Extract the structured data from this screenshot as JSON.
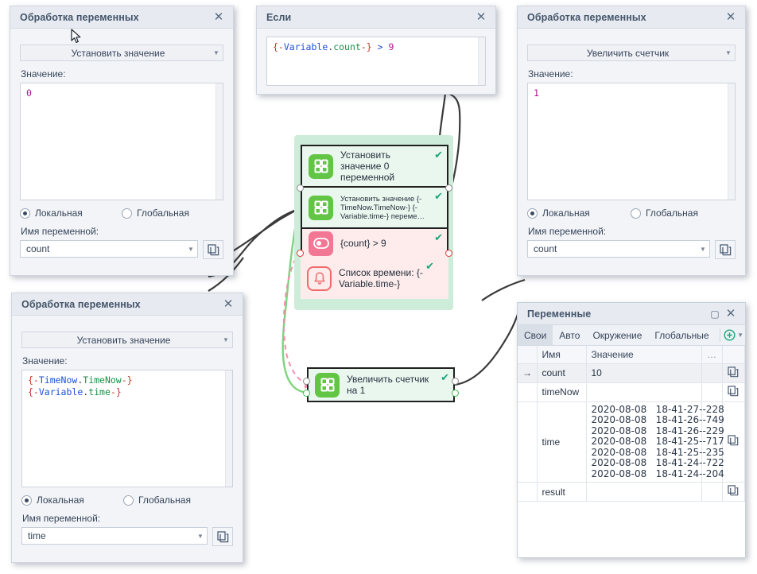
{
  "dialogs": {
    "set_value_count": {
      "title": "Обработка переменных",
      "close_icon": "close-icon",
      "action": "Установить значение",
      "value_label": "Значение:",
      "value_text": "0",
      "radio_local": "Локальная",
      "radio_global": "Глобальная",
      "name_label": "Имя переменной:",
      "name_value": "count",
      "copy_icon": "copy-icon"
    },
    "if_condition": {
      "title": "Если",
      "close_icon": "close-icon",
      "expr_open": "{-",
      "expr_ns": "Variable",
      "expr_dot": ".",
      "expr_id": "count",
      "expr_close": "-}",
      "expr_op": " > ",
      "expr_num": "9"
    },
    "increase_counter": {
      "title": "Обработка переменных",
      "close_icon": "close-icon",
      "action": "Увеличить счетчик",
      "value_label": "Значение:",
      "value_text": "1",
      "radio_local": "Локальная",
      "radio_global": "Глобальная",
      "name_label": "Имя переменной:",
      "name_value": "count",
      "copy_icon": "copy-icon"
    },
    "set_value_time": {
      "title": "Обработка переменных",
      "close_icon": "close-icon",
      "action": "Установить значение",
      "value_label": "Значение:",
      "line1": {
        "open": "{-",
        "ns": "TimeNow",
        "dot": ".",
        "id": "TimeNow",
        "close": "-}"
      },
      "line2": {
        "open": "{-",
        "ns": "Variable",
        "dot": ".",
        "id": "time",
        "close": "-}"
      },
      "radio_local": "Локальная",
      "radio_global": "Глобальная",
      "name_label": "Имя переменной:",
      "name_value": "time",
      "copy_icon": "copy-icon"
    }
  },
  "flow": {
    "nodes": [
      {
        "icon": "grid-icon",
        "text": "Установить значение 0 переменной",
        "status": "check",
        "style": "green"
      },
      {
        "icon": "grid-icon",
        "text": "Установить значение {-TimeNow.TimeNow-} {-Variable.time-} переме…",
        "status": "check",
        "style": "green"
      },
      {
        "icon": "toggle-icon",
        "text": "{count} > 9",
        "status": "check",
        "style": "pink"
      },
      {
        "icon": "bell-icon",
        "text": "Список времени: {-Variable.time-}",
        "status": "check",
        "style": "pink-outline"
      }
    ],
    "counter_node": {
      "icon": "grid-icon",
      "text": "Увеличить счетчик на 1",
      "status": "check"
    }
  },
  "variables_panel": {
    "title": "Переменные",
    "maximize_icon": "maximize-icon",
    "close_icon": "close-icon",
    "tabs": [
      "Свои",
      "Авто",
      "Окружение",
      "Глобальные"
    ],
    "active_tab": "Свои",
    "add_icon": "add-circle-icon",
    "more_icon": "chevron-down-icon",
    "columns": [
      "",
      "Имя",
      "Значение",
      "…",
      ""
    ],
    "rows": [
      {
        "marker": "→",
        "name": "count",
        "value": "10",
        "selected": true,
        "copy_icon": "copy-icon"
      },
      {
        "marker": "",
        "name": "timeNow",
        "value": "",
        "selected": false,
        "copy_icon": "copy-icon"
      },
      {
        "marker": "",
        "name": "time",
        "value": "2020-08-08   18-41-27--228\n2020-08-08   18-41-26--749\n2020-08-08   18-41-26--229\n2020-08-08   18-41-25--717\n2020-08-08   18-41-25--235\n2020-08-08   18-41-24--722\n2020-08-08   18-41-24--204",
        "selected": false,
        "copy_icon": "copy-icon"
      },
      {
        "marker": "",
        "name": "result",
        "value": "",
        "selected": false,
        "copy_icon": "copy-icon"
      }
    ]
  },
  "colors": {
    "accent_green": "#62c544",
    "accent_pink": "#f27795",
    "accent_red": "#ef6b6b",
    "group_bg": "#cdecd9",
    "check_green": "#17a87a",
    "wire_dark": "#3a3a3a",
    "wire_green": "#7ed37e",
    "wire_pink": "#f08fb0"
  },
  "cursor": {
    "name": "mouse-pointer"
  }
}
